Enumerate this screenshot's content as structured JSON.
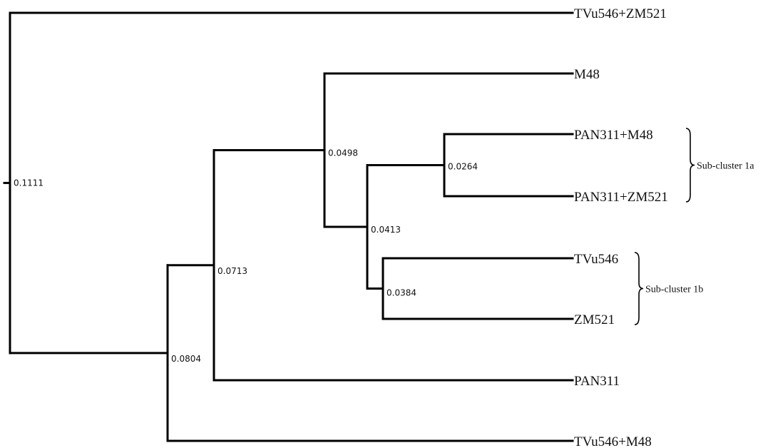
{
  "tree": {
    "leaves": [
      {
        "id": "l1",
        "label": "TVu546+ZM521"
      },
      {
        "id": "l2",
        "label": "M48"
      },
      {
        "id": "l3",
        "label": "PAN311+M48"
      },
      {
        "id": "l4",
        "label": "PAN311+ZM521"
      },
      {
        "id": "l5",
        "label": "TVu546"
      },
      {
        "id": "l6",
        "label": "ZM521"
      },
      {
        "id": "l7",
        "label": "PAN311"
      },
      {
        "id": "l8",
        "label": "TVu546+M48"
      }
    ],
    "nodes": [
      {
        "id": "n_root",
        "value": "0.1111",
        "children": [
          "l1",
          "n_0804"
        ]
      },
      {
        "id": "n_0804",
        "value": "0.0804",
        "children": [
          "n_0713",
          "l8"
        ]
      },
      {
        "id": "n_0713",
        "value": "0.0713",
        "children": [
          "n_0498",
          "l7"
        ]
      },
      {
        "id": "n_0498",
        "value": "0.0498",
        "children": [
          "l2",
          "n_0413"
        ]
      },
      {
        "id": "n_0413",
        "value": "0.0413",
        "children": [
          "n_0264",
          "n_0384"
        ]
      },
      {
        "id": "n_0264",
        "value": "0.0264",
        "children": [
          "l3",
          "l4"
        ]
      },
      {
        "id": "n_0384",
        "value": "0.0384",
        "children": [
          "l5",
          "l6"
        ]
      }
    ]
  },
  "clusters": [
    {
      "id": "c1a",
      "label": "Sub-cluster 1a",
      "members": [
        "l3",
        "l4"
      ]
    },
    {
      "id": "c1b",
      "label": "Sub-cluster 1b",
      "members": [
        "l5",
        "l6"
      ]
    }
  ]
}
